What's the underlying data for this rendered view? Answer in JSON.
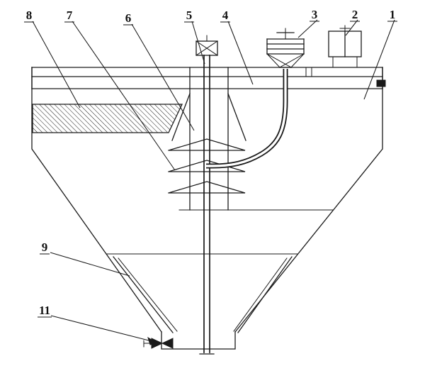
{
  "figure": {
    "background": "#ffffff",
    "line_color": "#1a1a1a",
    "callouts": {
      "c1": "1",
      "c2": "2",
      "c3": "3",
      "c4": "4",
      "c5": "5",
      "c6": "6",
      "c7": "7",
      "c8": "8",
      "c9": "9",
      "c11": "11"
    }
  }
}
